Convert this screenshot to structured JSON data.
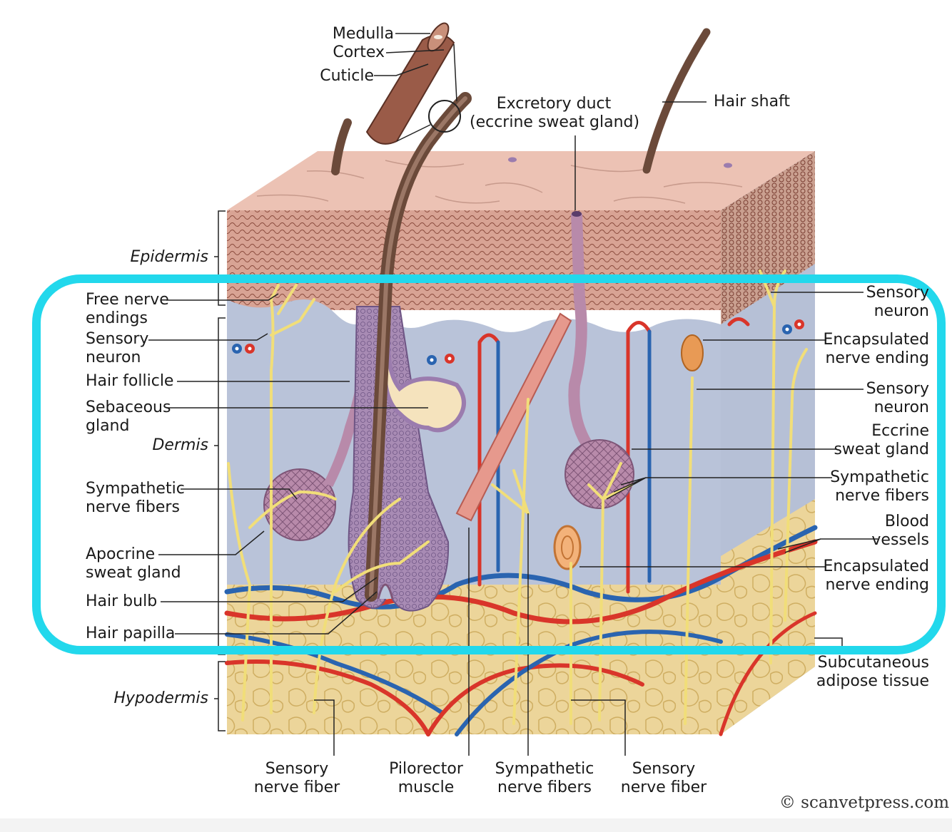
{
  "labels": {
    "medulla": "Medulla",
    "cortex": "Cortex",
    "cuticle": "Cuticle",
    "excretory_duct_1": "Excretory duct",
    "excretory_duct_2": "(eccrine sweat gland)",
    "hair_shaft": "Hair shaft",
    "epidermis": "Epidermis",
    "dermis": "Dermis",
    "hypodermis": "Hypodermis",
    "free_nerve_1": "Free nerve",
    "free_nerve_2": "endings",
    "sensory_neuron_left_1": "Sensory",
    "sensory_neuron_left_2": "neuron",
    "hair_follicle": "Hair follicle",
    "sebaceous_1": "Sebaceous",
    "sebaceous_2": "gland",
    "sympathetic_left_1": "Sympathetic",
    "sympathetic_left_2": "nerve fibers",
    "apocrine_1": "Apocrine",
    "apocrine_2": "sweat gland",
    "hair_bulb": "Hair bulb",
    "hair_papilla": "Hair papilla",
    "sensory_neuron_tr_1": "Sensory",
    "sensory_neuron_tr_2": "neuron",
    "encapsulated_top_1": "Encapsulated",
    "encapsulated_top_2": "nerve ending",
    "sensory_neuron_r_1": "Sensory",
    "sensory_neuron_r_2": "neuron",
    "eccrine_1": "Eccrine",
    "eccrine_2": "sweat gland",
    "sympathetic_right_1": "Sympathetic",
    "sympathetic_right_2": "nerve fibers",
    "blood_1": "Blood",
    "blood_2": "vessels",
    "encapsulated_bot_1": "Encapsulated",
    "encapsulated_bot_2": "nerve ending",
    "subcutaneous_1": "Subcutaneous",
    "subcutaneous_2": "adipose tissue",
    "sensory_fiber_left_1": "Sensory",
    "sensory_fiber_left_2": "nerve fiber",
    "pilorector_1": "Pilorector",
    "pilorector_2": "muscle",
    "sympathetic_bottom_1": "Sympathetic",
    "sympathetic_bottom_2": "nerve fibers",
    "sensory_fiber_right_1": "Sensory",
    "sensory_fiber_right_2": "nerve fiber",
    "copyright": "© scanvetpress.com"
  },
  "colors": {
    "highlight": "#22d8ec",
    "skin_surface": "#ecc2b4",
    "dermis": "#b9c3d9",
    "hypodermis": "#ecd59a",
    "artery": "#d9352a",
    "vein": "#2a64b0",
    "nerve": "#f1de79",
    "hair": "#6b4a3a"
  }
}
